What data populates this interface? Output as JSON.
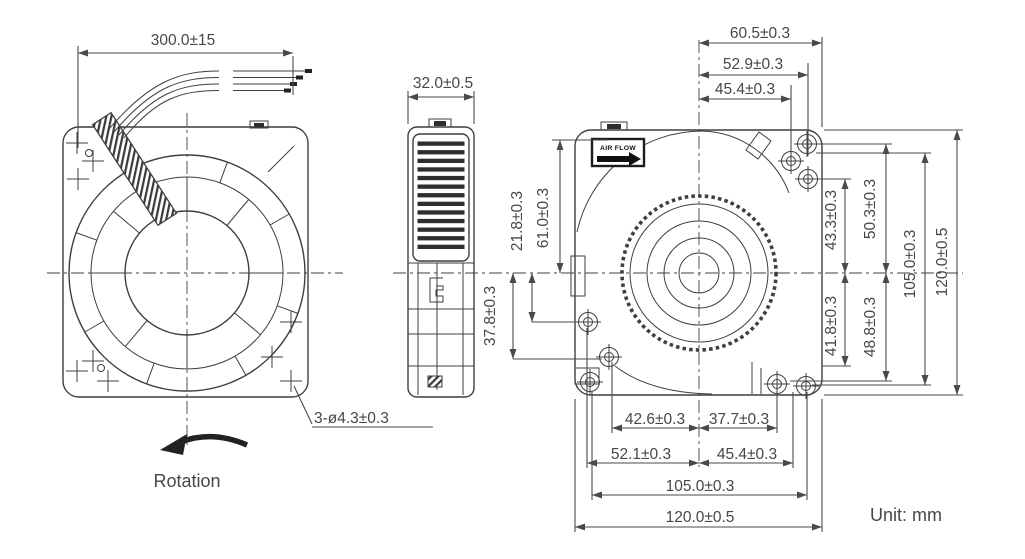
{
  "labels": {
    "wire_length": "300.0±15",
    "side_width": "32.0±0.5",
    "mount_holes": "3-ø4.3±0.3",
    "rotation": "Rotation",
    "unit": "Unit: mm",
    "air_flow": "AIR FLOW"
  },
  "front_view_dims": {
    "top": [
      "60.5±0.3",
      "52.9±0.3",
      "45.4±0.3"
    ],
    "left": [
      "61.0±0.3",
      "21.8±0.3",
      "37.8±0.3"
    ],
    "right": [
      "43.3±0.3",
      "50.3±0.3",
      "41.8±0.3",
      "48.8±0.3",
      "105.0±0.3",
      "120.0±0.5"
    ],
    "bottom": [
      "42.6±0.3",
      "37.7±0.3",
      "52.1±0.3",
      "45.4±0.3",
      "105.0±0.3",
      "120.0±0.5"
    ]
  },
  "colors": {
    "line": "#3f3f3f",
    "text": "#474747"
  }
}
